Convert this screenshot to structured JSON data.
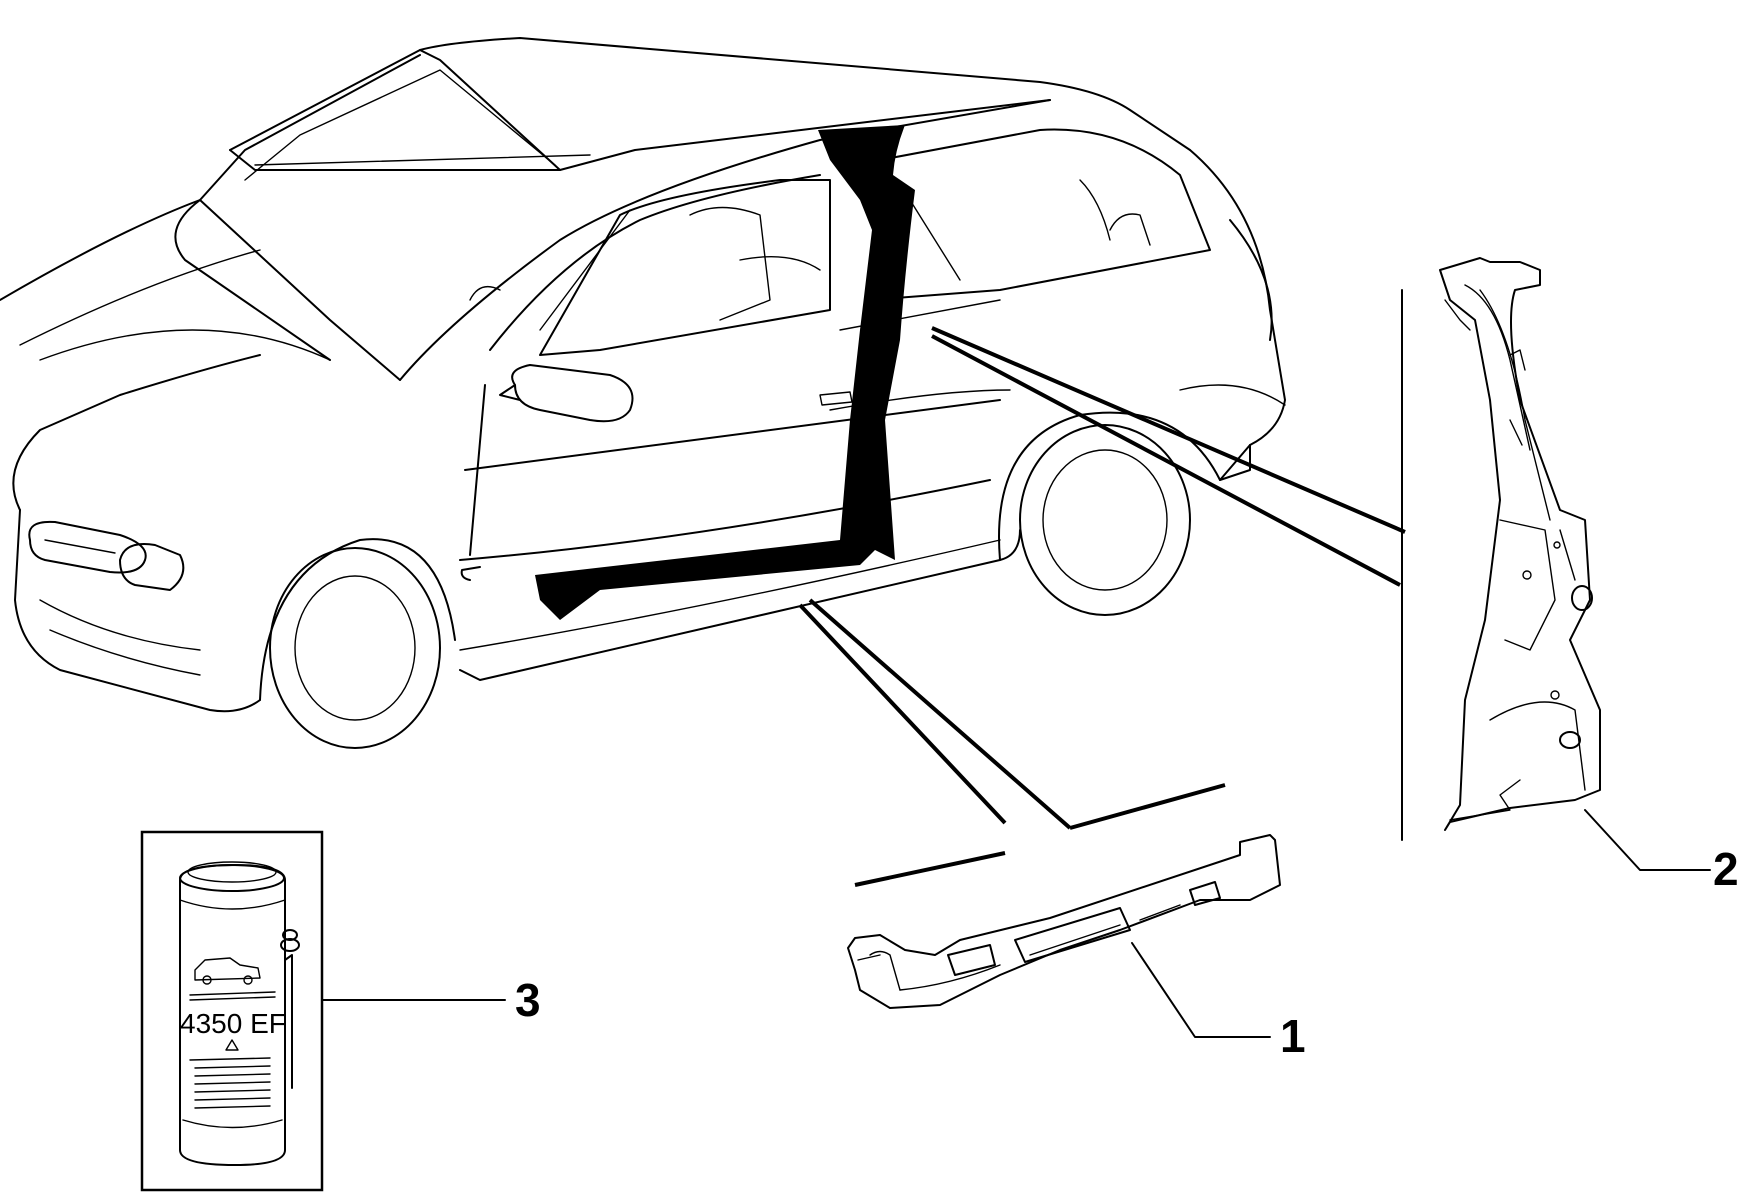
{
  "callouts": [
    {
      "id": "1",
      "label": "1"
    },
    {
      "id": "2",
      "label": "2"
    },
    {
      "id": "3",
      "label": "3"
    }
  ],
  "can": {
    "label": "4350 EF"
  },
  "colors": {
    "ink": "#000000",
    "paper": "#ffffff"
  }
}
